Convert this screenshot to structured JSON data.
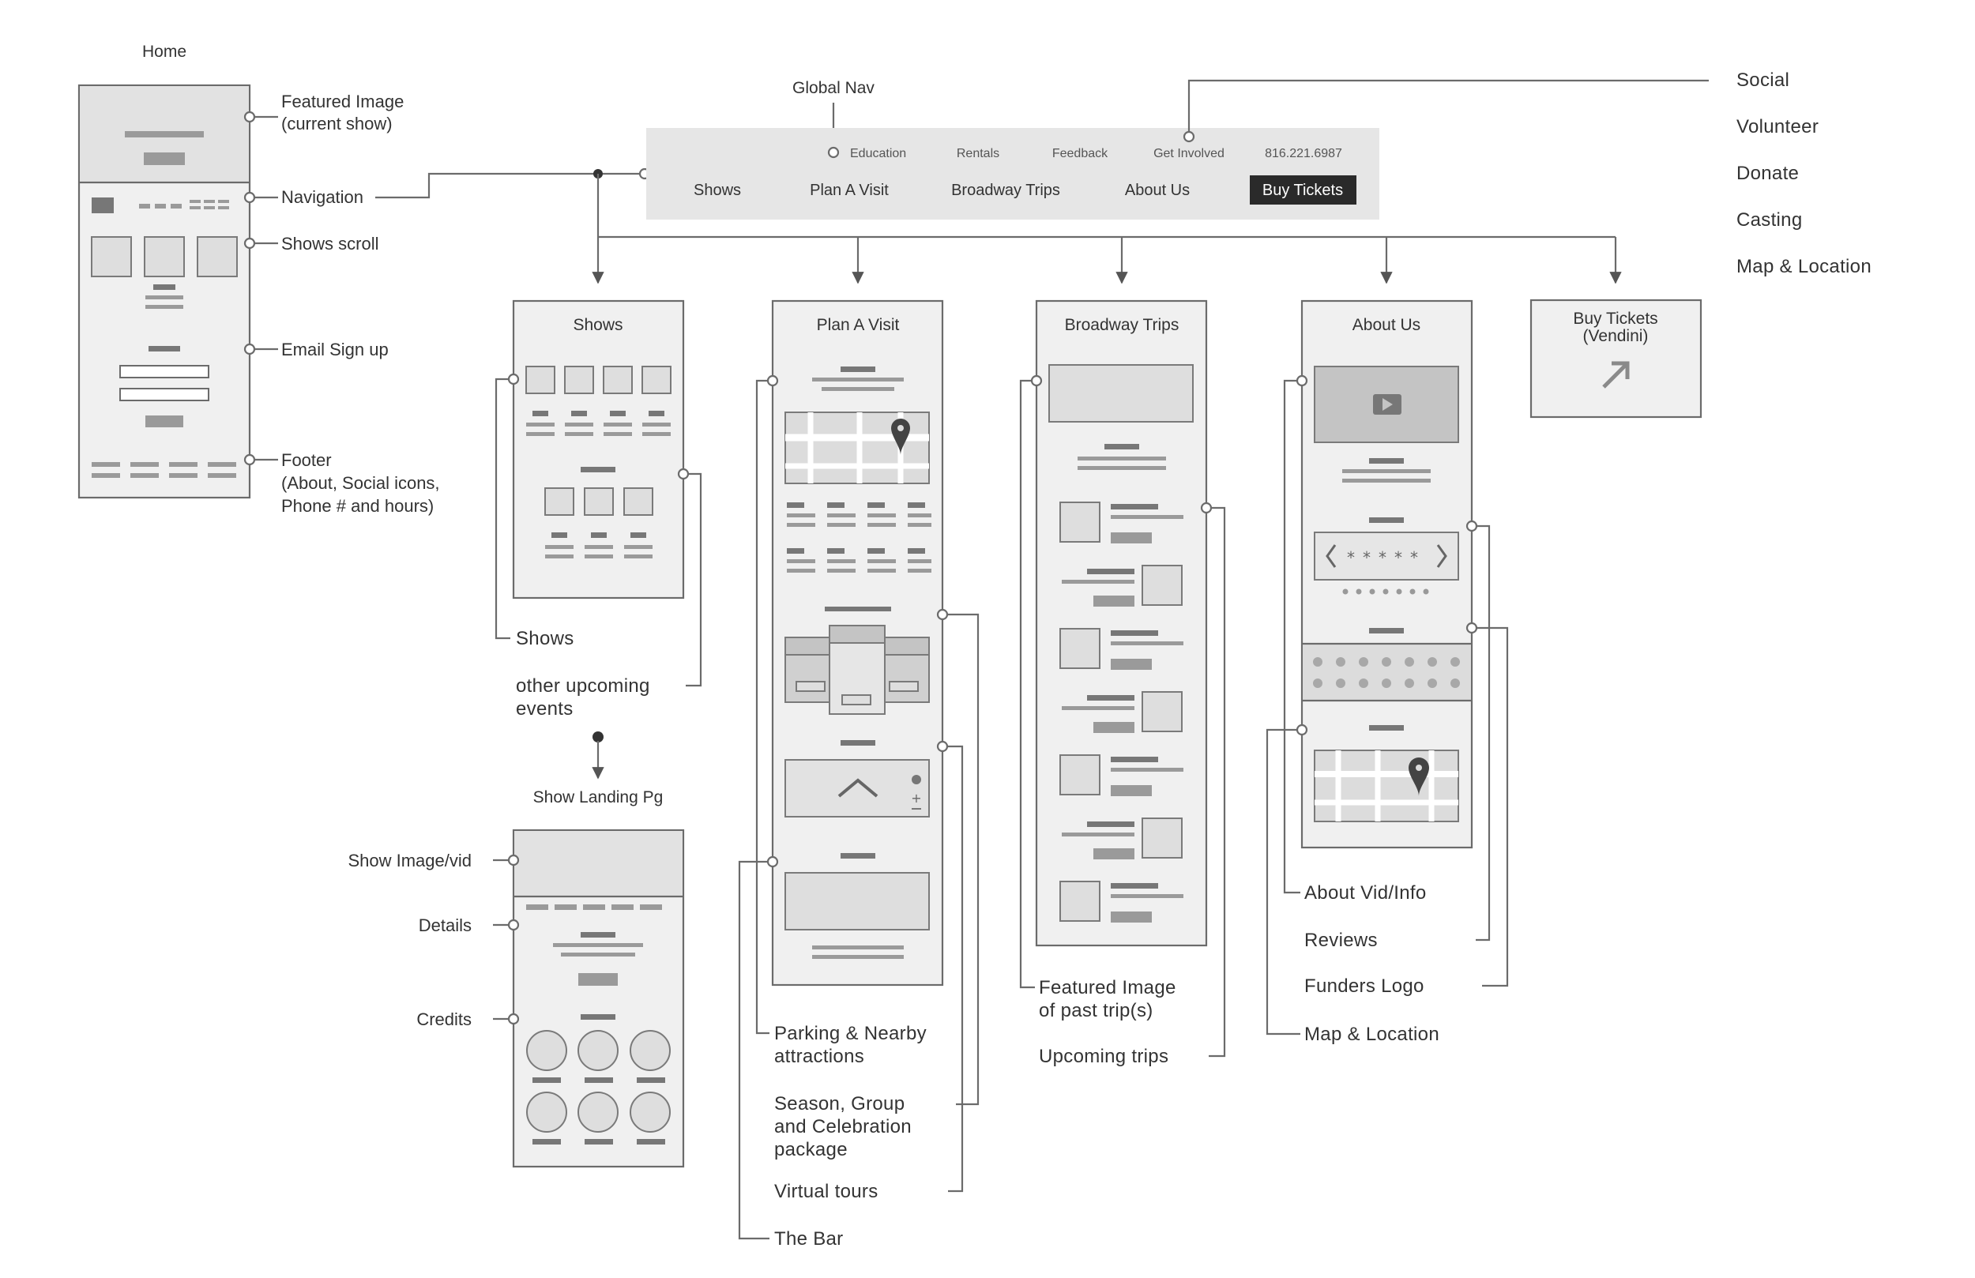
{
  "home": {
    "title": "Home",
    "annotations": [
      [
        "Featured Image",
        "(current show)"
      ],
      [
        "Navigation"
      ],
      [
        "Shows scroll"
      ],
      [
        "Email Sign up"
      ],
      [
        "Footer",
        "(About, Social icons,",
        "Phone # and hours)"
      ]
    ]
  },
  "global_nav": {
    "label": "Global Nav",
    "utility_links": [
      "Education",
      "Rentals",
      "Feedback",
      "Get Involved",
      "816.221.6987"
    ],
    "main_links": [
      "Shows",
      "Plan A Visit",
      "Broadway Trips",
      "About Us"
    ],
    "cta": "Buy Tickets"
  },
  "get_involved_items": [
    "Social",
    "Volunteer",
    "Donate",
    "Casting",
    "Map & Location"
  ],
  "pages": {
    "shows": {
      "title": "Shows",
      "annotations": [
        [
          "Shows"
        ],
        [
          "other upcoming",
          "events"
        ]
      ]
    },
    "show_landing": {
      "title": "Show Landing Pg",
      "annotations": [
        [
          "Show Image/vid"
        ],
        [
          "Details"
        ],
        [
          "Credits"
        ]
      ]
    },
    "plan_visit": {
      "title": "Plan A Visit",
      "annotations": [
        [
          "Parking & Nearby",
          "attractions"
        ],
        [
          "Season, Group",
          "and Celebration",
          "package"
        ],
        [
          "Virtual tours"
        ],
        [
          "The Bar"
        ]
      ]
    },
    "broadway_trips": {
      "title": "Broadway Trips",
      "annotations": [
        [
          "Featured Image",
          "of past trip(s)"
        ],
        [
          "Upcoming trips"
        ]
      ]
    },
    "about_us": {
      "title": "About Us",
      "annotations": [
        [
          "About Vid/Info"
        ],
        [
          "Reviews"
        ],
        [
          "Funders Logo"
        ],
        [
          "Map & Location"
        ]
      ]
    },
    "buy_tickets": {
      "title": [
        "Buy Tickets",
        "(Vendini)"
      ],
      "icon": "external-link-arrow-icon"
    }
  },
  "colors": {
    "line": "#6b6b6b",
    "frame_fill": "#f0f0f0",
    "nav_bar": "#e6e6e6",
    "cta_fill": "#2a2a2a",
    "cta_text": "#ffffff"
  }
}
